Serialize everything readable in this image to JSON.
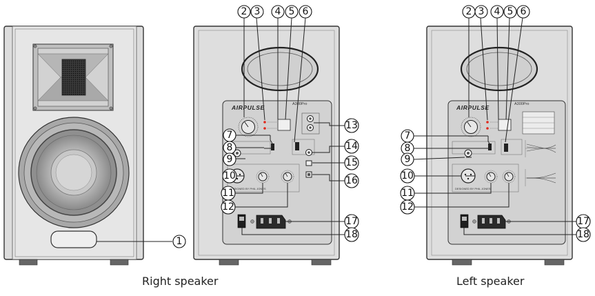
{
  "captions": {
    "right": "Right speaker",
    "left": "Left speaker"
  },
  "callouts": {
    "n1": "1",
    "n2": "2",
    "n3": "3",
    "n4": "4",
    "n5": "5",
    "n6": "6",
    "n7": "7",
    "n8": "8",
    "n9": "9",
    "n10": "10",
    "n11": "11",
    "n12": "12",
    "n13": "13",
    "n14": "14",
    "n15": "15",
    "n16": "16",
    "n17": "17",
    "n18": "18"
  },
  "panel": {
    "brand": "AIRPULSE",
    "model": "A300Pro",
    "designer": "DESIGNED BY PHIL JONES"
  },
  "colors": {
    "cabinet": "#d9d9d9",
    "panel": "#cfcfcf",
    "outline": "#333333",
    "led": "#e0281c"
  }
}
